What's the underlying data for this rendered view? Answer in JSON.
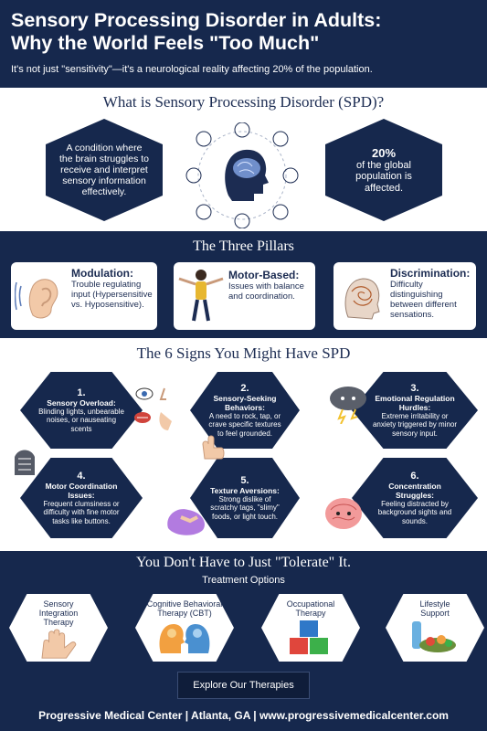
{
  "header": {
    "title_line1": "Sensory Processing Disorder in Adults:",
    "title_line2": "Why the World Feels \"Too Much\"",
    "subtitle": "It's not just \"sensitivity\"—it's a neurological reality affecting 20% of the population."
  },
  "what": {
    "title": "What is Sensory Processing Disorder (SPD)?",
    "definition": "A condition where the brain struggles to receive and interpret sensory information effectively.",
    "stat_value": "20%",
    "stat_text": "of the global population is affected."
  },
  "pillars": {
    "title": "The Three Pillars",
    "items": [
      {
        "title": "Modulation:",
        "desc": "Trouble regulating input (Hypersensitive vs. Hyposensitive)."
      },
      {
        "title": "Motor-Based:",
        "desc": "Issues with balance and coordination."
      },
      {
        "title": "Discrimination:",
        "desc": "Difficulty distinguishing between different sensations."
      }
    ]
  },
  "signs": {
    "title": "The 6 Signs You Might Have SPD",
    "items": [
      {
        "num": "1.",
        "title": "Sensory Overload:",
        "desc": "Blinding lights, unbearable noises, or nauseating scents"
      },
      {
        "num": "2.",
        "title": "Sensory-Seeking Behaviors:",
        "desc": "A need to rock, tap, or crave specific textures to feel grounded."
      },
      {
        "num": "3.",
        "title": "Emotional Regulation Hurdles:",
        "desc": "Extreme irritability or anxiety triggered by minor sensory input."
      },
      {
        "num": "4.",
        "title": "Motor Coordination Issues:",
        "desc": "Frequent clumsiness or difficulty with fine motor tasks like buttons."
      },
      {
        "num": "5.",
        "title": "Texture Aversions:",
        "desc": "Strong dislike of scratchy tags, \"slimy\" foods, or light touch."
      },
      {
        "num": "6.",
        "title": "Concentration Struggles:",
        "desc": "Feeling distracted by background sights and sounds."
      }
    ]
  },
  "treatment": {
    "title": "You Don't Have to Just \"Tolerate\" It.",
    "subtitle": "Treatment Options",
    "items": [
      {
        "label": "Sensory Integration Therapy"
      },
      {
        "label": "Cognitive Behavioral Therapy (CBT)"
      },
      {
        "label": "Occupational Therapy"
      },
      {
        "label": "Lifestyle Support"
      }
    ]
  },
  "cta": {
    "label": "Explore Our Therapies"
  },
  "footer": {
    "text": "Progressive Medical Center | Atlanta, GA | www.progressivemedicalcenter.com"
  },
  "colors": {
    "navy": "#16284d",
    "white": "#ffffff",
    "cube_red": "#e0463c",
    "cube_green": "#3cb04a",
    "cube_blue": "#2f78c8"
  }
}
